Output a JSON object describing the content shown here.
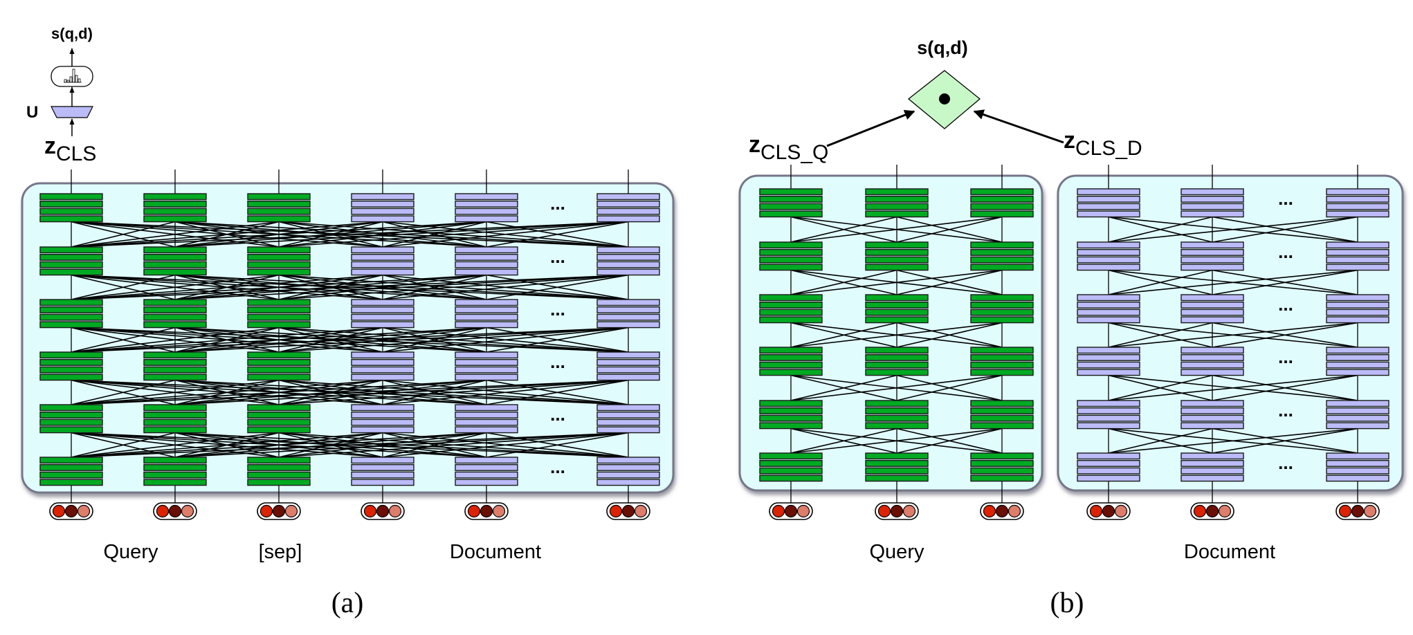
{
  "panel_a": {
    "caption": "(a)",
    "score_label": "s(q,d)",
    "projection_label": "U",
    "cls_label_main": "z",
    "cls_label_sub": "CLS",
    "segment_labels": [
      "Query",
      "[sep]",
      "Document"
    ],
    "columns": [
      {
        "segment": "query",
        "color": "green"
      },
      {
        "segment": "query",
        "color": "green"
      },
      {
        "segment": "sep",
        "color": "green"
      },
      {
        "segment": "document",
        "color": "lavender"
      },
      {
        "segment": "document",
        "color": "lavender"
      },
      {
        "segment": "document",
        "color": "lavender"
      }
    ],
    "ellipsis_after_column": 4,
    "num_layers": 6,
    "attention": "all-to-all across query and document"
  },
  "panel_b": {
    "caption": "(b)",
    "score_label": "s(q,d)",
    "dot_product_symbol": "•",
    "query_cls_main": "z",
    "query_cls_sub": "CLS_Q",
    "doc_cls_main": "z",
    "doc_cls_sub": "CLS_D",
    "segment_labels": [
      "Query",
      "Document"
    ],
    "query_encoder": {
      "columns": 3,
      "color": "green",
      "num_layers": 6
    },
    "document_encoder": {
      "columns": 3,
      "color": "lavender",
      "num_layers": 6,
      "ellipsis_after_column": 1
    },
    "attention": "within each encoder only"
  },
  "ellipsis": "...",
  "colors": {
    "query_block": "#00aa22",
    "document_block": "#bbbbf8",
    "encoder_bg": "#e0fcfd",
    "encoder_border": "#767689",
    "score_diamond": "#c8f8c8",
    "token_red": "#dd2200",
    "token_dark": "#6b0f05",
    "token_pink": "#dd7d6a",
    "projection": "#bbbbf8"
  }
}
